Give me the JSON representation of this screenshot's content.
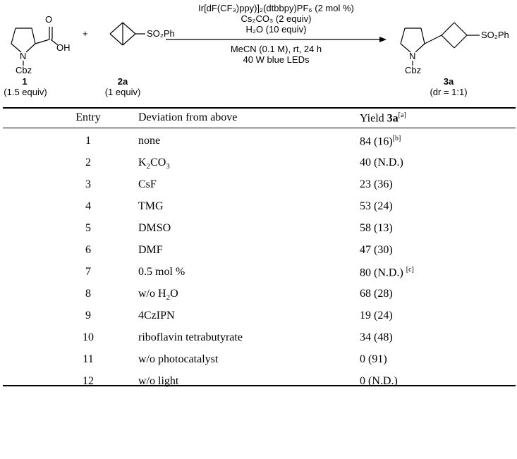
{
  "scheme": {
    "reactant1": {
      "atom_N": "N",
      "atom_O_top": "O",
      "atom_OH": "OH",
      "group": "Cbz",
      "number": "1",
      "equiv": "(1.5 equiv)"
    },
    "plus": "+",
    "reactant2": {
      "group": "SO₂Ph",
      "number": "2a",
      "equiv": "(1 equiv)"
    },
    "conditions_above": [
      "Ir[dF(CF₃)ppy)]₂(dtbbpy)PF₆ (2 mol %)",
      "Cs₂CO₃ (2 equiv)",
      "H₂O (10 equiv)"
    ],
    "conditions_below": [
      "MeCN (0.1 M), rt, 24 h",
      "40 W blue LEDs"
    ],
    "product": {
      "atom_N": "N",
      "group": "Cbz",
      "sulfonyl": "SO₂Ph",
      "number": "3a",
      "dr": "(dr = 1:1)"
    }
  },
  "table": {
    "headers": {
      "entry": "Entry",
      "deviation": "Deviation from above",
      "yield_prefix": "Yield ",
      "yield_compound": "3a",
      "yield_note": "[a]"
    },
    "rows": [
      {
        "entry": "1",
        "dev_main": "none",
        "yield_main": "84 (16)",
        "yield_note": "[b]"
      },
      {
        "entry": "2",
        "dev_main": "K",
        "dev_sub1": "2",
        "dev_mid": "CO",
        "dev_sub2": "3",
        "yield_main": "40 (N.D.)"
      },
      {
        "entry": "3",
        "dev_main": "CsF",
        "yield_main": "23 (36)"
      },
      {
        "entry": "4",
        "dev_main": "TMG",
        "yield_main": "53 (24)"
      },
      {
        "entry": "5",
        "dev_main": "DMSO",
        "yield_main": "58 (13)"
      },
      {
        "entry": "6",
        "dev_main": "DMF",
        "yield_main": "47 (30)"
      },
      {
        "entry": "7",
        "dev_main": "0.5 mol %",
        "yield_main": "80 (N.D.) ",
        "yield_note": "[c]"
      },
      {
        "entry": "8",
        "dev_main": "w/o H",
        "dev_sub1": "2",
        "dev_mid": "O",
        "yield_main": "68 (28)"
      },
      {
        "entry": "9",
        "dev_main": "4CzIPN",
        "yield_main": "19 (24)"
      },
      {
        "entry": "10",
        "dev_main": "riboflavin tetrabutyrate",
        "yield_main": "34 (48)"
      },
      {
        "entry": "11",
        "dev_main": "w/o photocatalyst",
        "yield_main": "0 (91)"
      },
      {
        "entry": "12",
        "dev_main": "w/o light",
        "yield_main": "0 (N.D.)"
      }
    ]
  }
}
